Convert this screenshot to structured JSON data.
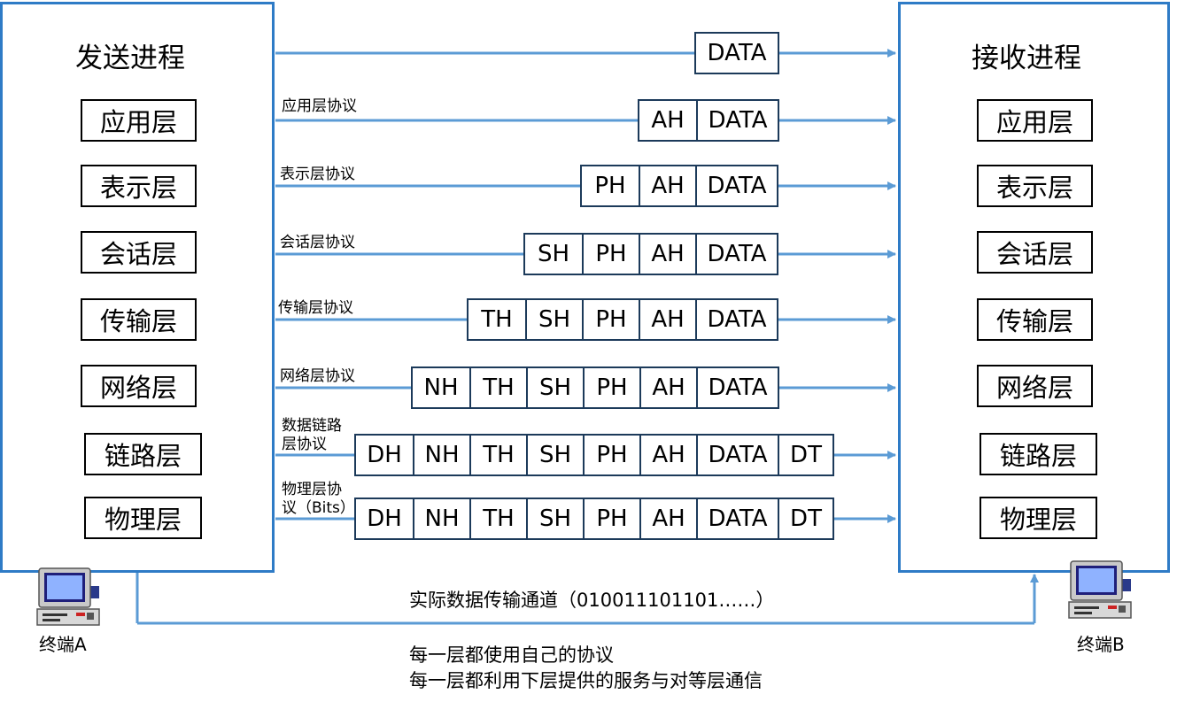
{
  "sender": {
    "title": "发送进程",
    "layers": [
      "应用层",
      "表示层",
      "会话层",
      "传输层",
      "网络层",
      "链路层",
      "物理层"
    ]
  },
  "receiver": {
    "title": "接收进程",
    "layers": [
      "应用层",
      "表示层",
      "会话层",
      "传输层",
      "网络层",
      "链路层",
      "物理层"
    ]
  },
  "rows": [
    {
      "protocol": "",
      "cells": [
        "DATA"
      ]
    },
    {
      "protocol": "应用层协议",
      "cells": [
        "AH",
        "DATA"
      ]
    },
    {
      "protocol": "表示层协议",
      "cells": [
        "PH",
        "AH",
        "DATA"
      ]
    },
    {
      "protocol": "会话层协议",
      "cells": [
        "SH",
        "PH",
        "AH",
        "DATA"
      ]
    },
    {
      "protocol": "传输层协议",
      "cells": [
        "TH",
        "SH",
        "PH",
        "AH",
        "DATA"
      ]
    },
    {
      "protocol": "网络层协议",
      "cells": [
        "NH",
        "TH",
        "SH",
        "PH",
        "AH",
        "DATA"
      ]
    },
    {
      "protocol": "数据链路\n层协议",
      "cells": [
        "DH",
        "NH",
        "TH",
        "SH",
        "PH",
        "AH",
        "DATA",
        "DT"
      ]
    },
    {
      "protocol": "物理层协\n议（Bits）",
      "cells": [
        "DH",
        "NH",
        "TH",
        "SH",
        "PH",
        "AH",
        "DATA",
        "DT"
      ]
    }
  ],
  "terminal_a": "终端A",
  "terminal_b": "终端B",
  "channel_label": "实际数据传输通道（010011101101……）",
  "notes": [
    "每一层都使用自己的协议",
    "每一层都利用下层提供的服务与对等层通信"
  ],
  "colors": {
    "accent": "#2e7bc6",
    "arrow": "#5b9bd5"
  },
  "icons": [
    "computer-icon"
  ]
}
